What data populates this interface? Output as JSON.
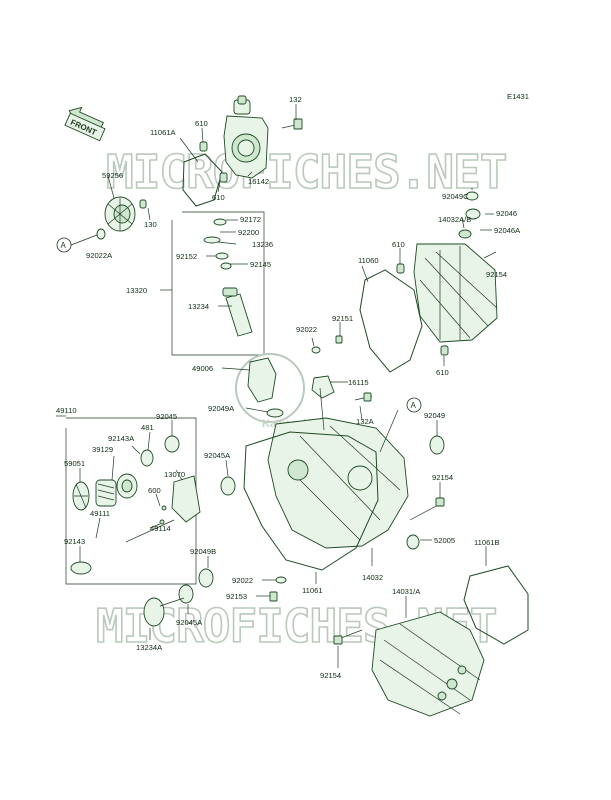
{
  "diagram": {
    "code": "E1431",
    "front_label": "FRONT",
    "watermark": "MICROFICHES.NET",
    "logo_text": "Kawasaki",
    "parts": [
      {
        "id": "p132a",
        "text": "132"
      },
      {
        "id": "p610a",
        "text": "610"
      },
      {
        "id": "p11061A",
        "text": "11061A"
      },
      {
        "id": "p16142",
        "text": "16142"
      },
      {
        "id": "p59256",
        "text": "59256"
      },
      {
        "id": "p130",
        "text": "130"
      },
      {
        "id": "p610b",
        "text": "610"
      },
      {
        "id": "p92022A",
        "text": "92022A"
      },
      {
        "id": "p92172",
        "text": "92172"
      },
      {
        "id": "p92200",
        "text": "92200"
      },
      {
        "id": "p13236",
        "text": "13236"
      },
      {
        "id": "p92152",
        "text": "92152"
      },
      {
        "id": "p92145",
        "text": "92145"
      },
      {
        "id": "p13320",
        "text": "13320"
      },
      {
        "id": "p13234",
        "text": "13234"
      },
      {
        "id": "p92049C",
        "text": "92049C"
      },
      {
        "id": "p14032AB",
        "text": "14032A/B"
      },
      {
        "id": "p92046",
        "text": "92046"
      },
      {
        "id": "p92046A",
        "text": "92046A"
      },
      {
        "id": "p610c",
        "text": "610"
      },
      {
        "id": "p11060",
        "text": "11060"
      },
      {
        "id": "p92154a",
        "text": "92154"
      },
      {
        "id": "p92151",
        "text": "92151"
      },
      {
        "id": "p92022a",
        "text": "92022"
      },
      {
        "id": "p610d",
        "text": "610"
      },
      {
        "id": "p49006",
        "text": "49006"
      },
      {
        "id": "p16115",
        "text": "16115"
      },
      {
        "id": "p92049A",
        "text": "92049A"
      },
      {
        "id": "p132A",
        "text": "132A"
      },
      {
        "id": "p92049",
        "text": "92049"
      },
      {
        "id": "p49110",
        "text": "49110"
      },
      {
        "id": "p92045a",
        "text": "92045"
      },
      {
        "id": "p481",
        "text": "481"
      },
      {
        "id": "p92143A",
        "text": "92143A"
      },
      {
        "id": "p39129",
        "text": "39129"
      },
      {
        "id": "p59051",
        "text": "59051"
      },
      {
        "id": "p92045Aa",
        "text": "92045A"
      },
      {
        "id": "p13070",
        "text": "13070"
      },
      {
        "id": "p600",
        "text": "600"
      },
      {
        "id": "p49111",
        "text": "49111"
      },
      {
        "id": "p92143",
        "text": "92143"
      },
      {
        "id": "p49114",
        "text": "49114"
      },
      {
        "id": "p92154b",
        "text": "92154"
      },
      {
        "id": "p52005",
        "text": "52005"
      },
      {
        "id": "p11061B",
        "text": "11061B"
      },
      {
        "id": "p92049B",
        "text": "92049B"
      },
      {
        "id": "p14032",
        "text": "14032"
      },
      {
        "id": "p92022b",
        "text": "92022"
      },
      {
        "id": "p11061",
        "text": "11061"
      },
      {
        "id": "p92153",
        "text": "92153"
      },
      {
        "id": "p14031A",
        "text": "14031/A"
      },
      {
        "id": "p92045Ab",
        "text": "92045A"
      },
      {
        "id": "p13234A",
        "text": "13234A"
      },
      {
        "id": "p92154c",
        "text": "92154"
      }
    ],
    "callouts": [
      "A",
      "A"
    ]
  }
}
